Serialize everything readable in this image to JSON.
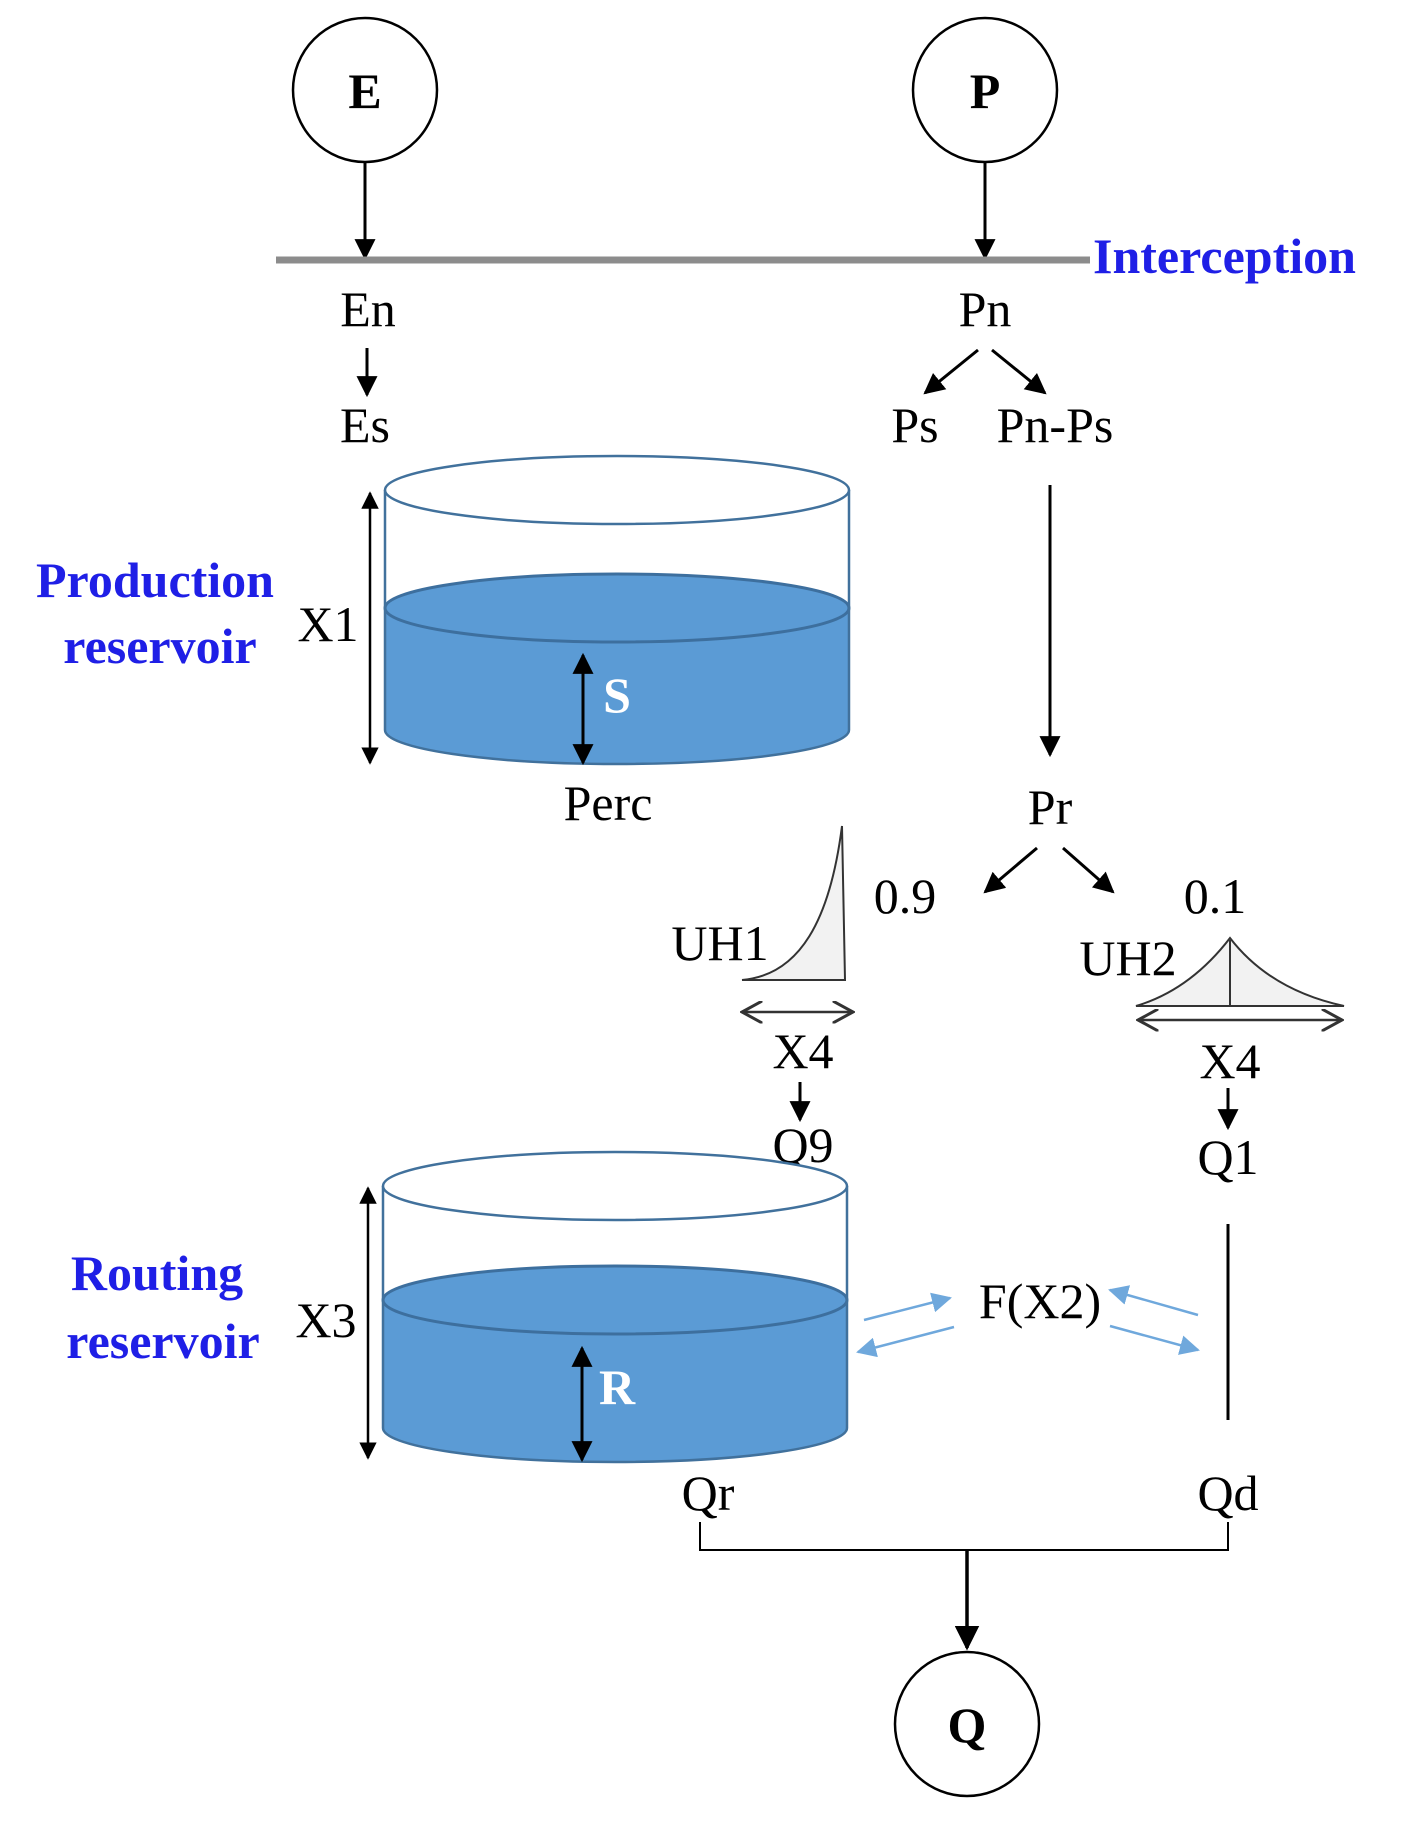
{
  "colors": {
    "water": "#5b9bd5",
    "water_edge": "#3d6f9e",
    "tank_outline": "#41719c",
    "blue_label": "#1f1fe6",
    "exchange_arrow": "#6fa8dc",
    "interception_line": "#8c8c8c"
  },
  "nodes": {
    "evap": "E",
    "precip": "P",
    "outflow": "Q"
  },
  "labels": {
    "interception": "Interception",
    "en": "En",
    "es": "Es",
    "pn": "Pn",
    "ps": "Ps",
    "pn_ps": "Pn-Ps",
    "production_line1": "Production",
    "production_line2": "reservoir",
    "x1": "X1",
    "s": "S",
    "perc": "Perc",
    "pr": "Pr",
    "frac_09": "0.9",
    "frac_01": "0.1",
    "uh1": "UH1",
    "uh2": "UH2",
    "x4_left": "X4",
    "x4_right": "X4",
    "q9": "Q9",
    "q1": "Q1",
    "routing_line1": "Routing",
    "routing_line2": "reservoir",
    "x3": "X3",
    "r": "R",
    "fx2": "F(X2)",
    "qr": "Qr",
    "qd": "Qd"
  },
  "icons": [
    "arrow-icon",
    "tank-icon",
    "unit-hydrograph-icon"
  ]
}
